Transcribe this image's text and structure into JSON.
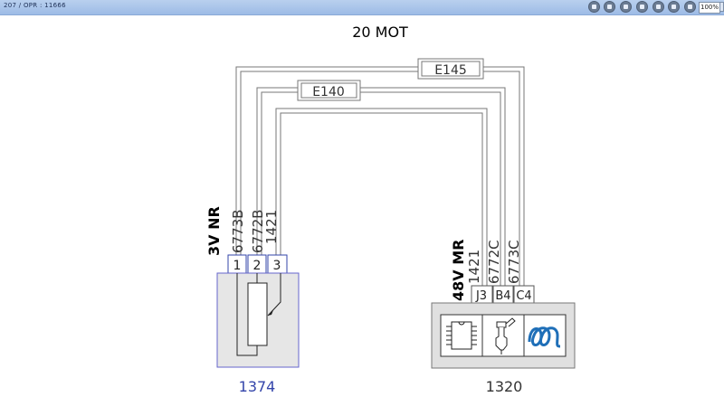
{
  "toolbar": {
    "title": "207  /  OPR : 11666",
    "zoom_value": "100%",
    "icons": [
      "home-icon",
      "up-icon",
      "back-icon",
      "forward-icon",
      "print-icon",
      "zoom-in-icon",
      "zoom-out-icon"
    ]
  },
  "diagram": {
    "title": "20 MOT",
    "wires": {
      "e145": "E145",
      "e140": "E140"
    },
    "left_connector": {
      "label": "3V NR",
      "pin_labels": [
        "1",
        "2",
        "3"
      ],
      "wire_labels": [
        "6773B",
        "6772B",
        "1421"
      ],
      "component_id": "1374"
    },
    "right_connector": {
      "label": "48V MR",
      "pin_labels": [
        "J3",
        "B4",
        "C4"
      ],
      "wire_labels": [
        "1421",
        "6772C",
        "6773C"
      ],
      "component_id": "1320"
    }
  }
}
